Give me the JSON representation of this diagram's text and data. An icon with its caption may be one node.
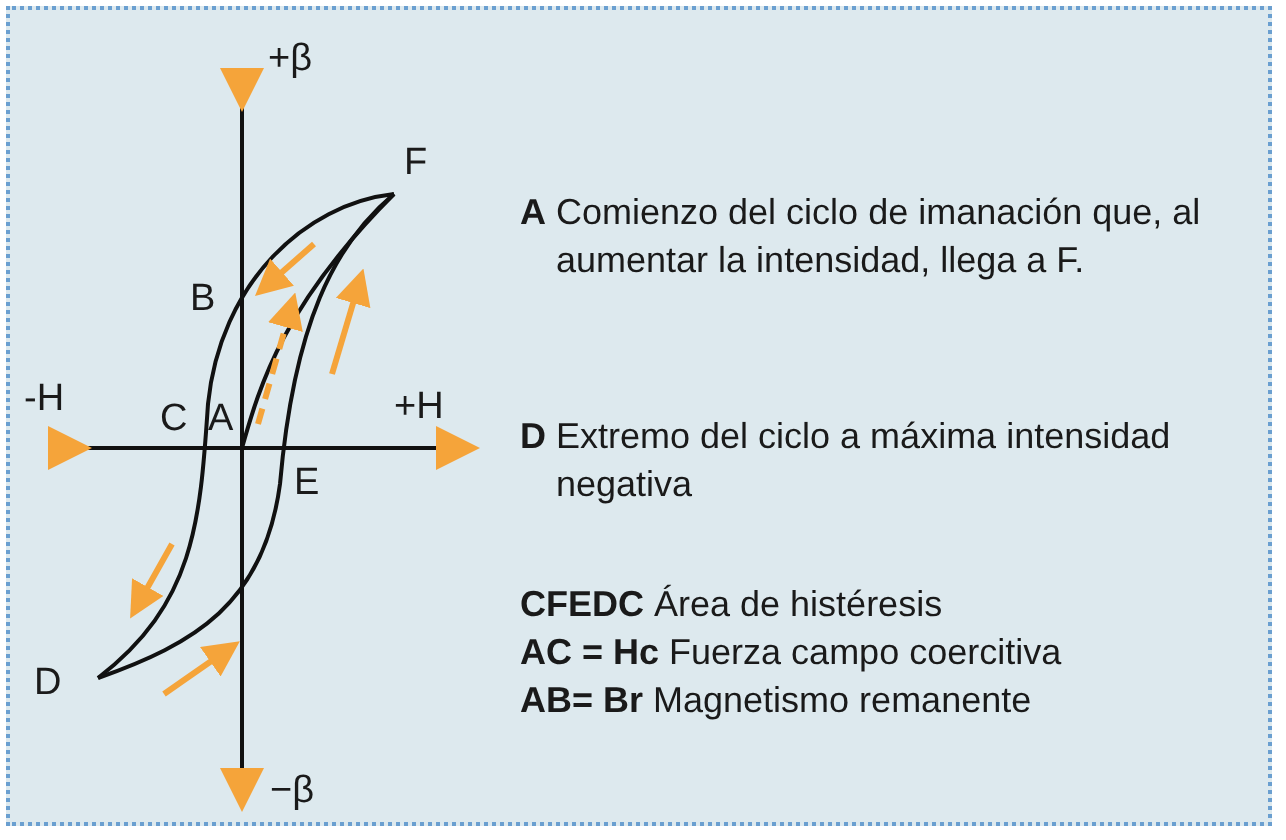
{
  "diagram": {
    "labels": [
      "+β",
      "F",
      "B",
      "-H",
      "C",
      "A",
      "+H",
      "E",
      "D",
      "−β",
      "**A** Comienzo del ciclo de imanación que, al aumentar la intensidad, llega a F.",
      "**D** Extremo del ciclo a máxima intensidad negativa",
      "**CFEDC** Área de histéresis",
      "**AC = Hc** Fuerza campo coercitiva",
      "**AB= Br** Magnetismo remanente"
    ]
  }
}
